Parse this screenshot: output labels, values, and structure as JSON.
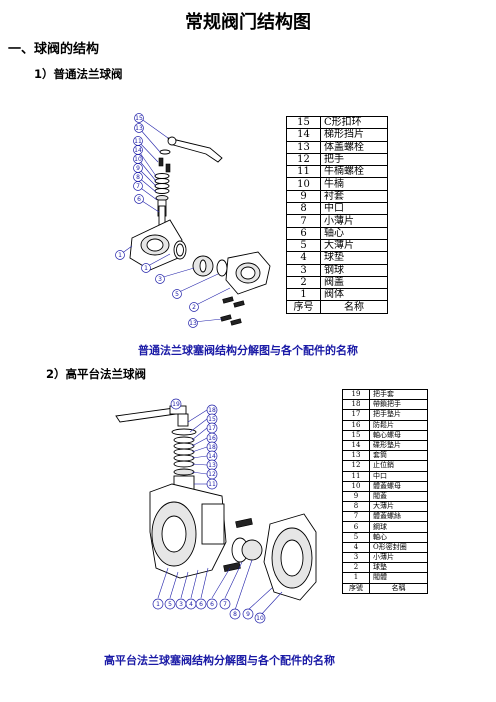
{
  "doc": {
    "title": "常规阀门结构图",
    "section_1": "一、球阀的结构",
    "sub_1": "1）普通法兰球阀",
    "caption_1": "普通法兰球塞阀结构分解图与各个配件的名称",
    "sub_2": "2）高平台法兰球阀",
    "caption_2": "高平台法兰球塞阀结构分解图与各个配件的名称"
  },
  "table_1": {
    "header": {
      "num": "序号",
      "name": "名称"
    },
    "rows": [
      {
        "num": "15",
        "name": "C形扣环"
      },
      {
        "num": "14",
        "name": "梯形挡片"
      },
      {
        "num": "13",
        "name": "体盖螺栓"
      },
      {
        "num": "12",
        "name": "把手"
      },
      {
        "num": "11",
        "name": "牛楠螺栓"
      },
      {
        "num": "10",
        "name": "牛楠"
      },
      {
        "num": "9",
        "name": "衬套"
      },
      {
        "num": "8",
        "name": "中口"
      },
      {
        "num": "7",
        "name": "小薄片"
      },
      {
        "num": "6",
        "name": "轴心"
      },
      {
        "num": "5",
        "name": "大薄片"
      },
      {
        "num": "4",
        "name": "球垫"
      },
      {
        "num": "3",
        "name": "钢球"
      },
      {
        "num": "2",
        "name": "阀盖"
      },
      {
        "num": "1",
        "name": "阀体"
      }
    ]
  },
  "table_2": {
    "header": {
      "num": "序號",
      "name": "名稱"
    },
    "rows": [
      {
        "num": "19",
        "name": "把手套"
      },
      {
        "num": "18",
        "name": "帶鎖把手"
      },
      {
        "num": "17",
        "name": "把手墊片"
      },
      {
        "num": "16",
        "name": "防鬆片"
      },
      {
        "num": "15",
        "name": "軸心螺母"
      },
      {
        "num": "14",
        "name": "碟形墊片"
      },
      {
        "num": "13",
        "name": "套筒"
      },
      {
        "num": "12",
        "name": "止位銷"
      },
      {
        "num": "11",
        "name": "中口"
      },
      {
        "num": "10",
        "name": "體蓋螺母"
      },
      {
        "num": "9",
        "name": "閥蓋"
      },
      {
        "num": "8",
        "name": "大薄片"
      },
      {
        "num": "7",
        "name": "體蓋螺絲"
      },
      {
        "num": "6",
        "name": "鋼球"
      },
      {
        "num": "5",
        "name": "軸心"
      },
      {
        "num": "4",
        "name": "O形密封圈"
      },
      {
        "num": "3",
        "name": "小薄片"
      },
      {
        "num": "2",
        "name": "球墊"
      },
      {
        "num": "1",
        "name": "閥體"
      }
    ]
  },
  "drawing_1": {
    "labels": [
      "15",
      "13",
      "11",
      "14",
      "10",
      "9",
      "8",
      "7",
      "6",
      "1",
      "1",
      "3",
      "5",
      "2",
      "13"
    ]
  },
  "drawing_2": {
    "top_label": "19",
    "right_labels": [
      "18",
      "15",
      "17",
      "16",
      "18",
      "14",
      "13",
      "12",
      "11"
    ],
    "bottom_labels": [
      "1",
      "5",
      "3",
      "4",
      "6",
      "6",
      "7",
      "8",
      "9",
      "10"
    ]
  }
}
